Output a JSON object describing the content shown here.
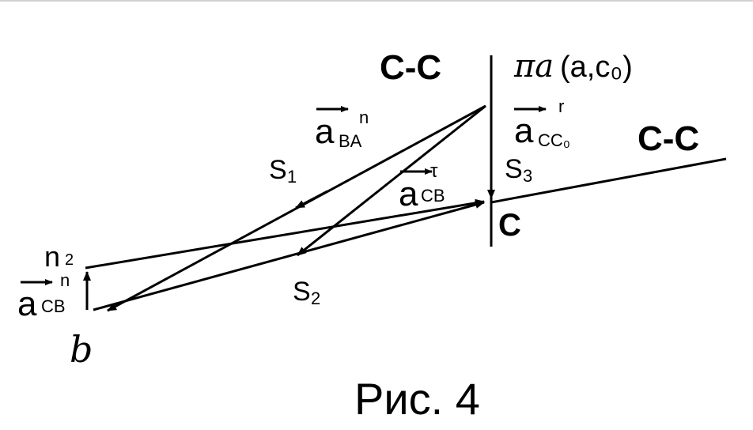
{
  "figure": {
    "caption": "Рис. 4",
    "section_label_upper": "C-C",
    "section_label_right": "C-C",
    "pole_label": "𝜋a",
    "pole_args": "(a,c₀)",
    "point_c": "C",
    "point_b": "b",
    "point_n2": "n",
    "point_n2_sub": "2",
    "s1": "S",
    "s1_sub": "1",
    "s2": "S",
    "s2_sub": "2",
    "s3": "S",
    "s3_sub": "3",
    "vec_aBA": {
      "base": "a",
      "sub": "BA",
      "sup": "n"
    },
    "vec_aCC0": {
      "base": "a",
      "sub": "CC₀",
      "sup": "r"
    },
    "vec_aCB_tau": {
      "base": "a",
      "sub": "CB",
      "sup": "τ"
    },
    "vec_aCB_n": {
      "base": "a",
      "sub": "CB",
      "sup": "n"
    }
  },
  "colors": {
    "ink": "#000000",
    "background": "#ffffff"
  }
}
